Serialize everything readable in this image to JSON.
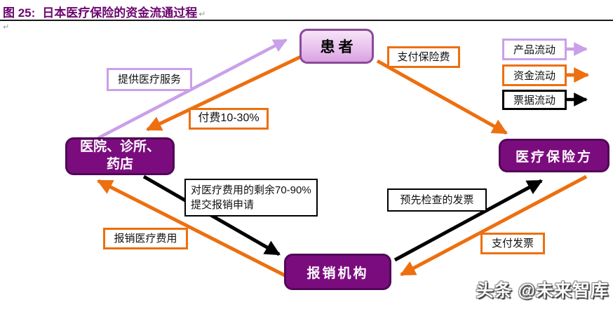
{
  "title": {
    "figure_label": "图 25:",
    "text": "日本医疗保险的资金流通过程",
    "pilcrow": "↵"
  },
  "nodes": {
    "patient": "患者",
    "hospital": "医院、诊所、药店",
    "insurer": "医疗保险方",
    "agency": "报销机构"
  },
  "edge_labels": {
    "provide_services": "提供医疗服务",
    "pay_10_30": "付费10-30%",
    "pay_premium": "支付保险费",
    "submit_claim": "对医疗费用的剩余70-90%提交报销申请",
    "reimburse_fees": "报销医疗费用",
    "prechecked_invoice": "预先检查的发票",
    "pay_invoice": "支付发票"
  },
  "legend": {
    "items": [
      {
        "label": "产品流动",
        "color": "#c9a0e9"
      },
      {
        "label": "资金流动",
        "color": "#ed6f0f"
      },
      {
        "label": "票据流动",
        "color": "#000000"
      }
    ]
  },
  "watermark": "头条 @未来智库",
  "colors": {
    "title": "#6d0570",
    "node_dark_fill": "#7b0c7e",
    "node_dark_border": "#510857",
    "node_light_fill": "#e8bfee",
    "node_light_border": "#8b4a9a",
    "arrow_product": "#c9a0e9",
    "arrow_funds": "#ed6f0f",
    "arrow_bills": "#000000"
  }
}
